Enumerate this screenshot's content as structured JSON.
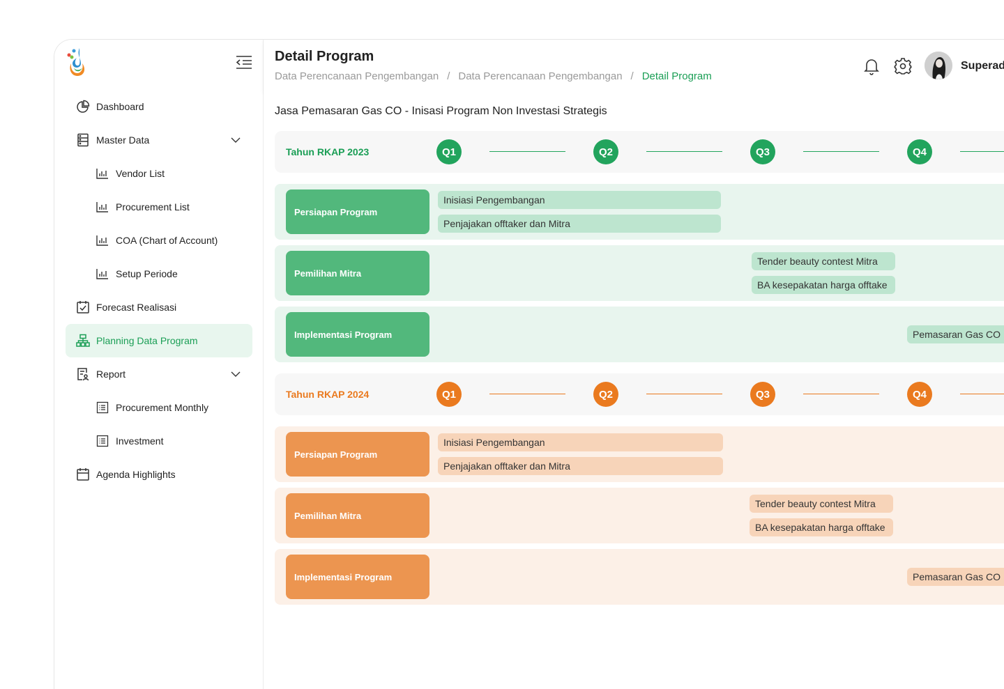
{
  "header": {
    "title": "Detail Program",
    "breadcrumbs": [
      "Data Perencanaan Pengembangan",
      "Data Perencanaan Pengembangan",
      "Detail Program"
    ],
    "separator": "/",
    "user_name": "Superad"
  },
  "sidebar": {
    "items": [
      {
        "label": "Dashboard",
        "icon": "pie-chart-icon"
      },
      {
        "label": "Master Data",
        "icon": "list-icon",
        "expandable": true
      },
      {
        "label": "Vendor List",
        "icon": "bar-chart-icon"
      },
      {
        "label": "Procurement List",
        "icon": "bar-chart-icon"
      },
      {
        "label": "COA (Chart of Account)",
        "icon": "bar-chart-icon"
      },
      {
        "label": "Setup Periode",
        "icon": "bar-chart-icon"
      },
      {
        "label": "Forecast Realisasi",
        "icon": "calendar-check-icon"
      },
      {
        "label": "Planning Data Program",
        "icon": "hierarchy-icon",
        "active": true
      },
      {
        "label": "Report",
        "icon": "report-icon",
        "expandable": true
      },
      {
        "label": "Procurement Monthly",
        "icon": "document-list-icon"
      },
      {
        "label": "Investment",
        "icon": "document-list-icon"
      },
      {
        "label": "Agenda Highlights",
        "icon": "calendar-icon"
      }
    ]
  },
  "program": {
    "title": "Jasa Pemasaran Gas CO - Inisasi Program Non Investasi Strategis",
    "years": [
      {
        "label": "Tahun RKAP 2023",
        "quarters": [
          "Q1",
          "Q2",
          "Q3",
          "Q4"
        ],
        "accent": "#22a45d",
        "phases": [
          {
            "label": "Persiapan Program",
            "tasks": [
              "Inisiasi Pengembangan",
              "Penjajakan offtaker dan Mitra"
            ]
          },
          {
            "label": "Pemilihan Mitra",
            "tasks": [
              "Tender beauty contest Mitra",
              "BA kesepakatan harga offtake"
            ]
          },
          {
            "label": "Implementasi Program",
            "tasks": [
              "Pemasaran Gas CO"
            ]
          }
        ]
      },
      {
        "label": "Tahun RKAP 2024",
        "quarters": [
          "Q1",
          "Q2",
          "Q3",
          "Q4"
        ],
        "accent": "#ea7a1f",
        "phases": [
          {
            "label": "Persiapan Program",
            "tasks": [
              "Inisiasi Pengembangan",
              "Penjajakan offtaker dan Mitra"
            ]
          },
          {
            "label": "Pemilihan Mitra",
            "tasks": [
              "Tender beauty contest Mitra",
              "BA kesepakatan harga offtake"
            ]
          },
          {
            "label": "Implementasi Program",
            "tasks": [
              "Pemasaran Gas CO"
            ]
          }
        ]
      }
    ]
  },
  "colors": {
    "brand_green": "#1a9e55",
    "green_phase": "#52b87c",
    "green_band": "#e8f5ee",
    "green_task": "#bde5cf",
    "orange_phase": "#ec9550",
    "orange_band": "#fcf0e7",
    "orange_task": "#f7d4b9"
  }
}
